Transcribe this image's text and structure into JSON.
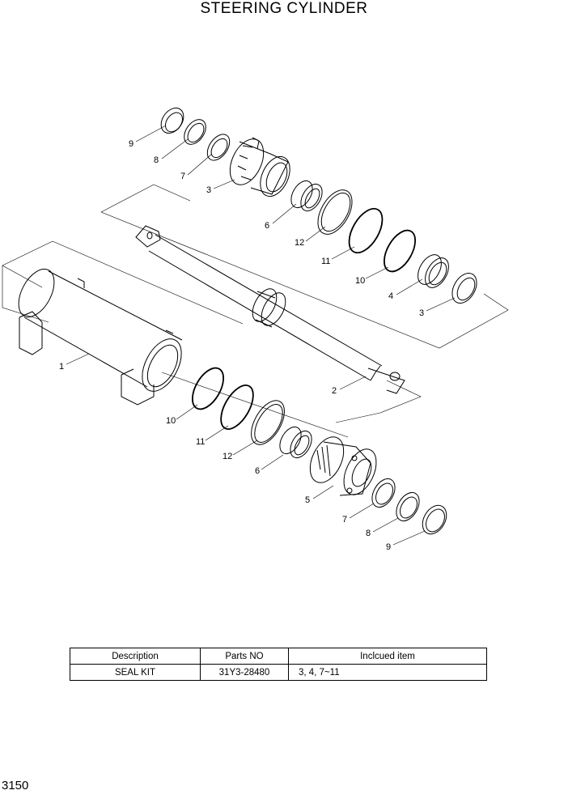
{
  "title": "STEERING CYLINDER",
  "parts": {
    "upper": [
      "9",
      "8",
      "7",
      "3",
      "6",
      "12",
      "11",
      "10",
      "4",
      "3"
    ],
    "rod": "2",
    "tube": "1",
    "lower": [
      "10",
      "11",
      "12",
      "6",
      "5",
      "7",
      "8",
      "9"
    ]
  },
  "table": {
    "headers": [
      "Description",
      "Parts NO",
      "Inclcued item"
    ],
    "rows": [
      [
        "SEAL KIT",
        "31Y3-28480",
        "3, 4, 7~11"
      ]
    ]
  },
  "page_number": "3150"
}
